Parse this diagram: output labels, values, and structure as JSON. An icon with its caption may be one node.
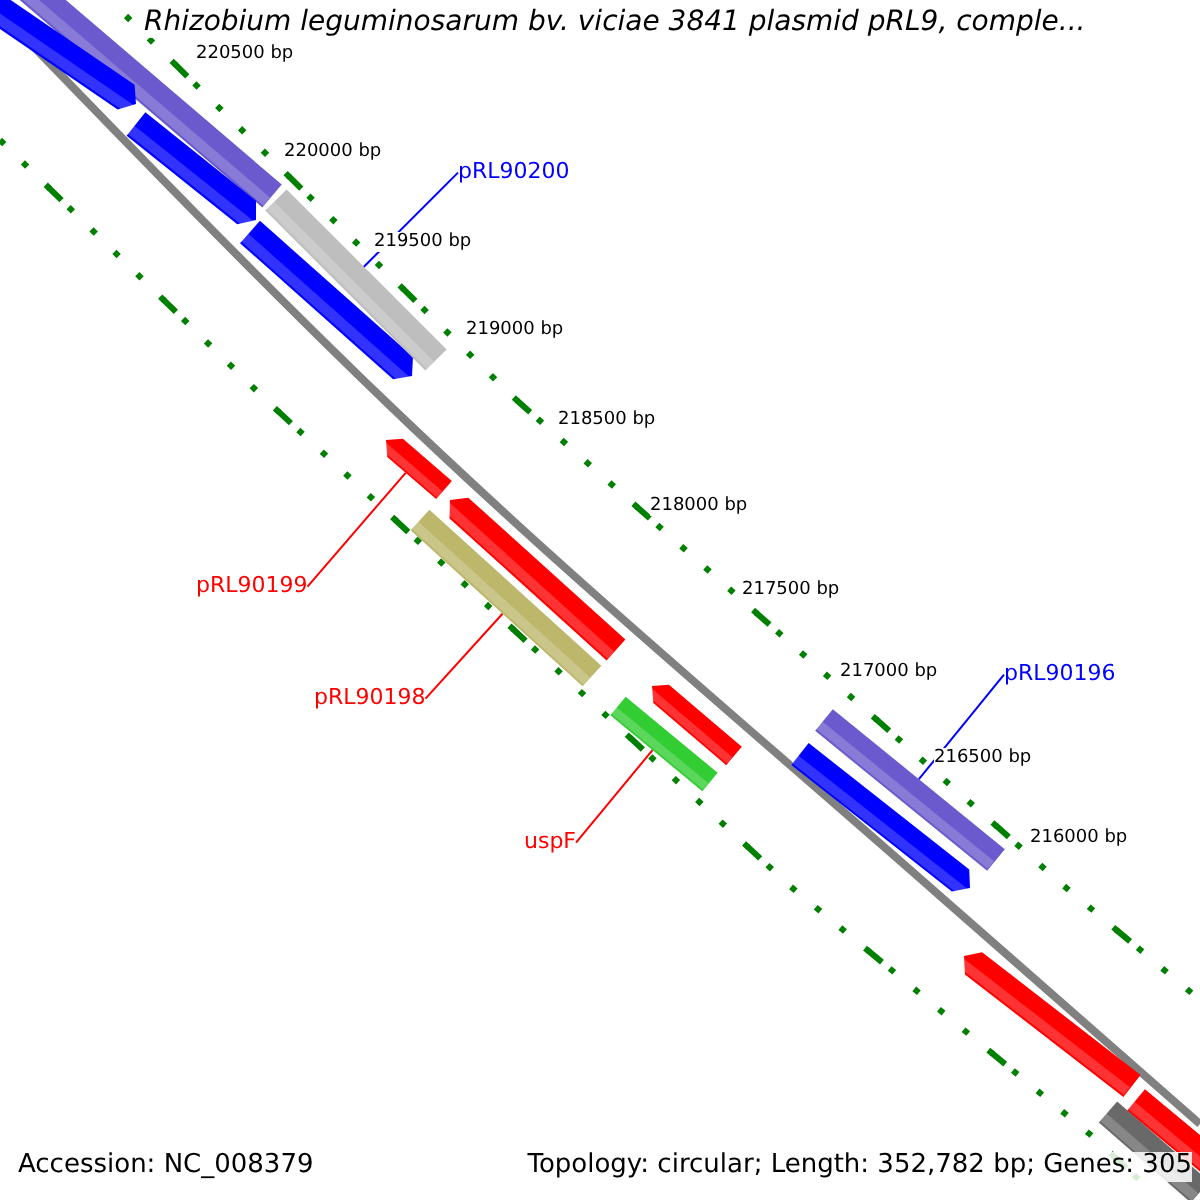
{
  "diagram": {
    "title": "Rhizobium leguminosarum bv. viciae 3841 plasmid pRL9, comple...",
    "nodes": [
      {
        "text": [
          "pRL90200"
        ]
      },
      {
        "text": [],
        "shape": "bar"
      },
      {
        "text": [
          "pRL90199"
        ]
      },
      {
        "text": [],
        "shape": "bar"
      },
      {
        "text": [
          "pRL90198"
        ]
      },
      {
        "text": [],
        "shape": "bar"
      },
      {
        "text": [
          "uspF"
        ]
      },
      {
        "text": [],
        "shape": "bar"
      },
      {
        "text": [
          "pRL90196"
        ]
      },
      {
        "text": [],
        "shape": "bar"
      }
    ],
    "edges": [
      {
        "from": 0,
        "to": 1,
        "arrow": "none",
        "color": "#0000ff"
      },
      {
        "from": 2,
        "to": 3,
        "arrow": "none",
        "color": "#ff0000"
      },
      {
        "from": 4,
        "to": 5,
        "arrow": "none",
        "color": "#ff0000"
      },
      {
        "from": 6,
        "to": 7,
        "arrow": "none",
        "color": "#ff0000"
      },
      {
        "from": 8,
        "to": 9,
        "arrow": "none",
        "color": "#0000ff"
      }
    ],
    "labels": [
      "220500 bp",
      "220000 bp",
      "219500 bp",
      "219000 bp",
      "218500 bp",
      "218000 bp",
      "217500 bp",
      "217000 bp",
      "216500 bp",
      "216000 bp",
      "Accession: NC_008379",
      "Topology: circular; Length: 352,782 bp; Genes: 305"
    ]
  }
}
